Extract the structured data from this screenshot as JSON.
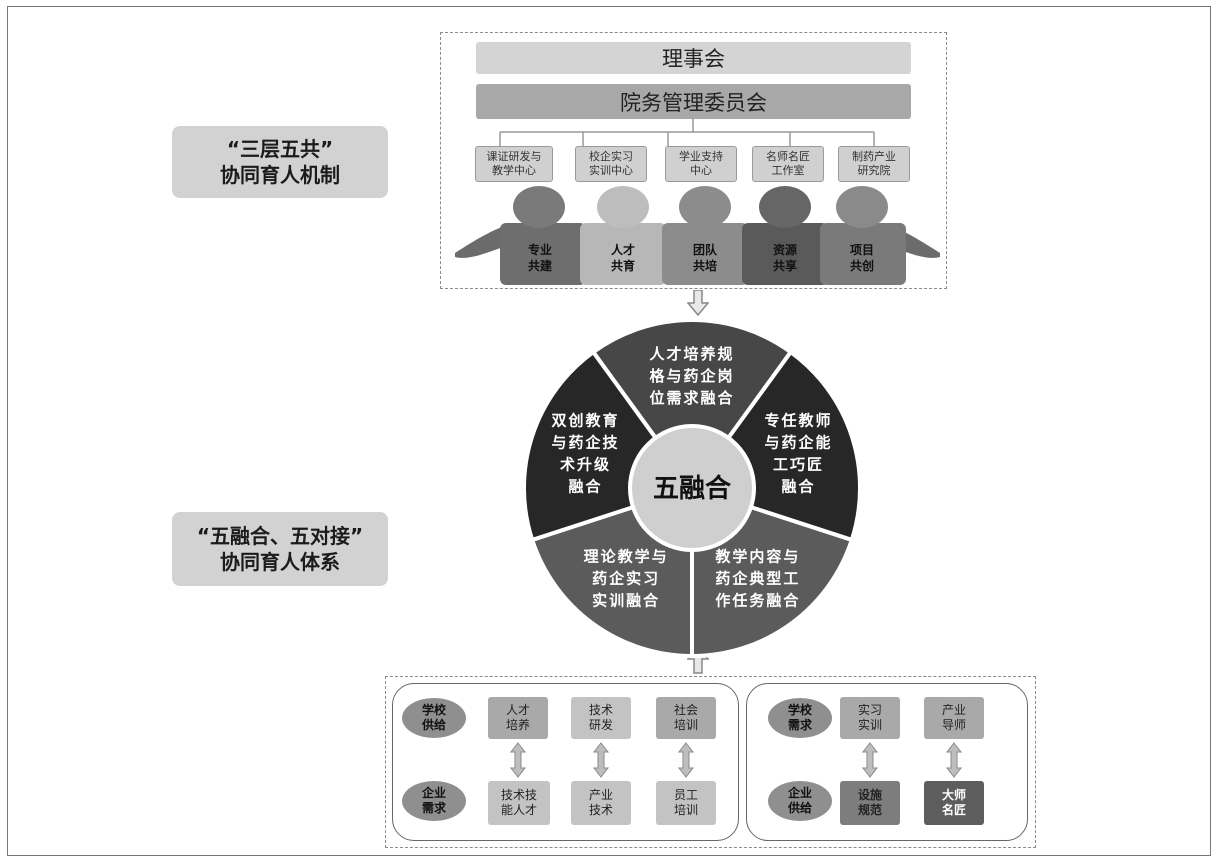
{
  "left_tags": {
    "top": {
      "line1": "“三层五共”",
      "line2": "协同育人机制"
    },
    "bottom": {
      "line1": "“五融合、五对接”",
      "line2": "协同育人体系"
    }
  },
  "top_section": {
    "board": "理事会",
    "committee": "院务管理委员会",
    "centers": [
      {
        "line1": "课证研发与",
        "line2": "教学中心"
      },
      {
        "line1": "校企实习",
        "line2": "实训中心"
      },
      {
        "line1": "学业支持",
        "line2": "中心"
      },
      {
        "line1": "名师名匠",
        "line2": "工作室"
      },
      {
        "line1": "制药产业",
        "line2": "研究院"
      }
    ],
    "people": [
      {
        "line1": "专业",
        "line2": "共建"
      },
      {
        "line1": "人才",
        "line2": "共育"
      },
      {
        "line1": "团队",
        "line2": "共培"
      },
      {
        "line1": "资源",
        "line2": "共享"
      },
      {
        "line1": "项目",
        "line2": "共创"
      }
    ]
  },
  "wheel": {
    "center": "五融合",
    "segments": [
      {
        "lines": [
          "人才培养规",
          "格与药企岗",
          "位需求融合"
        ]
      },
      {
        "lines": [
          "专任教师",
          "与药企能",
          "工巧匠",
          "融合"
        ]
      },
      {
        "lines": [
          "教学内容与",
          "药企典型工",
          "作任务融合"
        ]
      },
      {
        "lines": [
          "理论教学与",
          "药企实习",
          "实训融合"
        ]
      },
      {
        "lines": [
          "双创教育",
          "与药企技",
          "术升级",
          "融合"
        ]
      }
    ]
  },
  "bottom_section": {
    "left_panel": {
      "top_oval": {
        "line1": "学校",
        "line2": "供给"
      },
      "bottom_oval": {
        "line1": "企业",
        "line2": "需求"
      },
      "top_cells": [
        {
          "line1": "人才",
          "line2": "培养"
        },
        {
          "line1": "技术",
          "line2": "研发"
        },
        {
          "line1": "社会",
          "line2": "培训"
        }
      ],
      "bottom_cells": [
        {
          "line1": "技术技",
          "line2": "能人才"
        },
        {
          "line1": "产业",
          "line2": "技术"
        },
        {
          "line1": "员工",
          "line2": "培训"
        }
      ]
    },
    "right_panel": {
      "top_oval": {
        "line1": "学校",
        "line2": "需求"
      },
      "bottom_oval": {
        "line1": "企业",
        "line2": "供给"
      },
      "top_cells": [
        {
          "line1": "实习",
          "line2": "实训"
        },
        {
          "line1": "产业",
          "line2": "导师"
        }
      ],
      "bottom_cells": [
        {
          "line1": "设施",
          "line2": "规范"
        },
        {
          "line1": "大师",
          "line2": "名匠"
        }
      ]
    }
  },
  "colors": {
    "bar_light": "#d4d4d4",
    "bar_mid": "#a8a8a8",
    "wheel_top": "#474747",
    "wheel_right": "#272727",
    "wheel_bottom": "#5b5b5b",
    "wheel_center": "#cfcfcf"
  }
}
